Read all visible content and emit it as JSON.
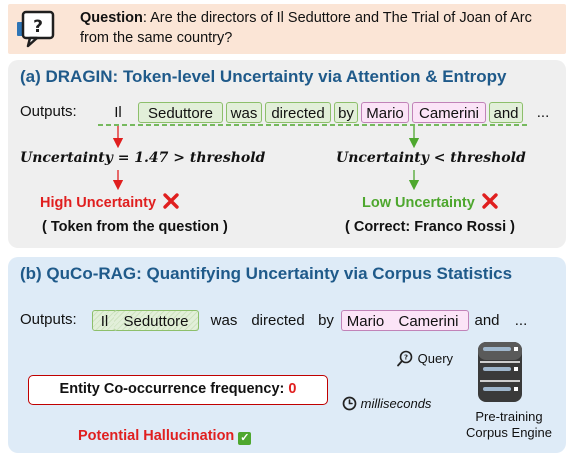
{
  "question": {
    "label": "Question",
    "text": ": Are the directors of Il Seduttore and The Trial of Joan of Arc from the same country?"
  },
  "panel_a": {
    "title": "(a) DRAGIN: Token-level Uncertainty via Attention & Entropy",
    "outputs_label": "Outputs:",
    "tokens": [
      "Il",
      "Seduttore",
      "was",
      "directed",
      "by",
      "Mario",
      "Camerini",
      "and",
      "..."
    ],
    "left_formula": "Uncertainty = 1.47 > threshold",
    "right_formula": "Uncertainty < threshold",
    "high_label": "High Uncertainty",
    "low_label": "Low Uncertainty",
    "left_note": "( Token from the question )",
    "right_note": "( Correct: Franco Rossi )"
  },
  "panel_b": {
    "title": "(b) QuCo-RAG: Quantifying Uncertainty via Corpus Statistics",
    "outputs_label": "Outputs:",
    "tokens": [
      "Il",
      "Seduttore",
      "was",
      "directed",
      "by",
      "Mario",
      "Camerini",
      "and",
      "..."
    ],
    "query_label": "Query",
    "timing_label": "milliseconds",
    "cooccurrence_label": "Entity Co-occurrence frequency: ",
    "cooccurrence_value": "0",
    "result_label": "Potential Hallucination",
    "engine_label_line1": "Pre-training",
    "engine_label_line2": "Corpus Engine"
  },
  "colors": {
    "title_blue": "#1f5a8a",
    "red": "#e01f1f",
    "green": "#4ea72e",
    "question_bg": "#fbe5d6",
    "panel_a_bg": "#efefef",
    "panel_b_bg": "#deebf7"
  },
  "icons": [
    "question-chat-icon",
    "cross-icon",
    "check-icon",
    "search-icon",
    "clock-icon",
    "database-icon"
  ]
}
